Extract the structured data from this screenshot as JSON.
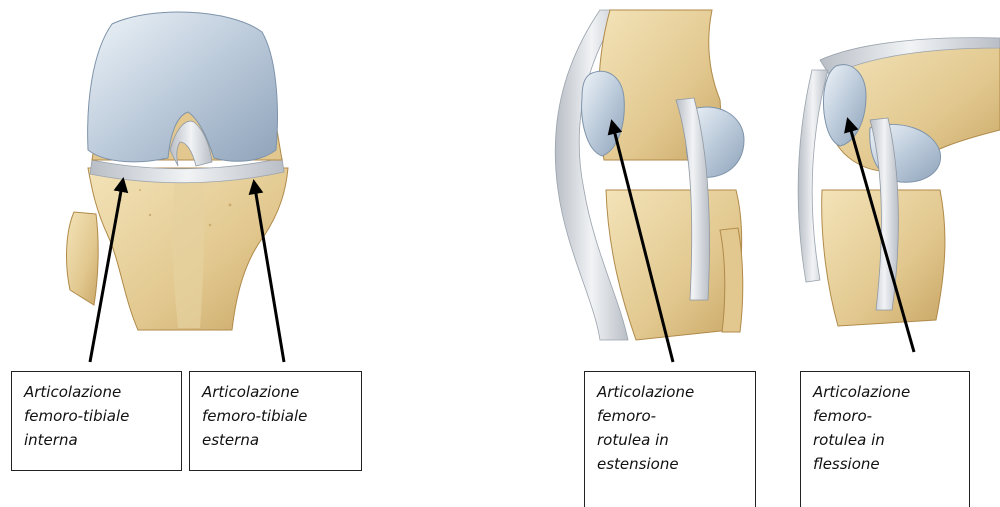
{
  "labels": {
    "tibiofemoral_internal": "Articolazione\nfemoro-tibiale\ninterna",
    "tibiofemoral_external": "Articolazione\nfemoro-tibiale\nesterna",
    "patellofemoral_extension": "Articolazione\nfemoro-\nrotulea in\nestensione",
    "patellofemoral_flexion": "Articolazione\nfemoro-\nrotulea in\nflessione"
  },
  "colors": {
    "bone": "#e8d3a0",
    "bone_shadow": "#c9a766",
    "cartilage": "#b4c4d6",
    "cartilage_highlight": "#e3ebf3",
    "ligament": "#d9dde2",
    "arrow": "#000000",
    "box_border": "#222222"
  }
}
